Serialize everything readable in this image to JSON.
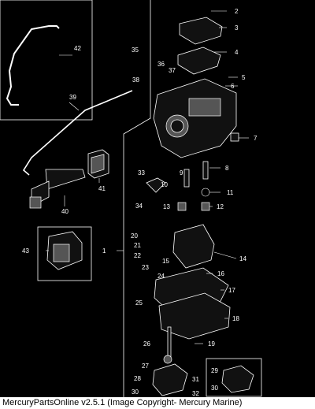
{
  "callouts": {
    "c2": "2",
    "c3": "3",
    "c4": "4",
    "c5": "5",
    "c6": "6",
    "c7": "7",
    "c8": "8",
    "c9": "9",
    "c10": "10",
    "c11": "11",
    "c12": "12",
    "c13": "13",
    "c14": "14",
    "c15": "15",
    "c16": "16",
    "c17": "17",
    "c18": "18",
    "c19": "19",
    "c20": "20",
    "c21": "21",
    "c22": "22",
    "c23": "23",
    "c24": "24",
    "c25": "25",
    "c26": "26",
    "c27": "27",
    "c28": "28",
    "c29": "29",
    "c30a": "30",
    "c30b": "30",
    "c31": "31",
    "c32": "32",
    "c33": "33",
    "c34": "34",
    "c35": "35",
    "c36": "36",
    "c37": "37",
    "c38": "38",
    "c39": "39",
    "c40": "40",
    "c41": "41",
    "c42": "42",
    "c43": "43",
    "c1": "1"
  },
  "footer": {
    "caption": "MercuryPartsOnline v2.5.1 (Image Copyright- Mercury Marine)"
  }
}
